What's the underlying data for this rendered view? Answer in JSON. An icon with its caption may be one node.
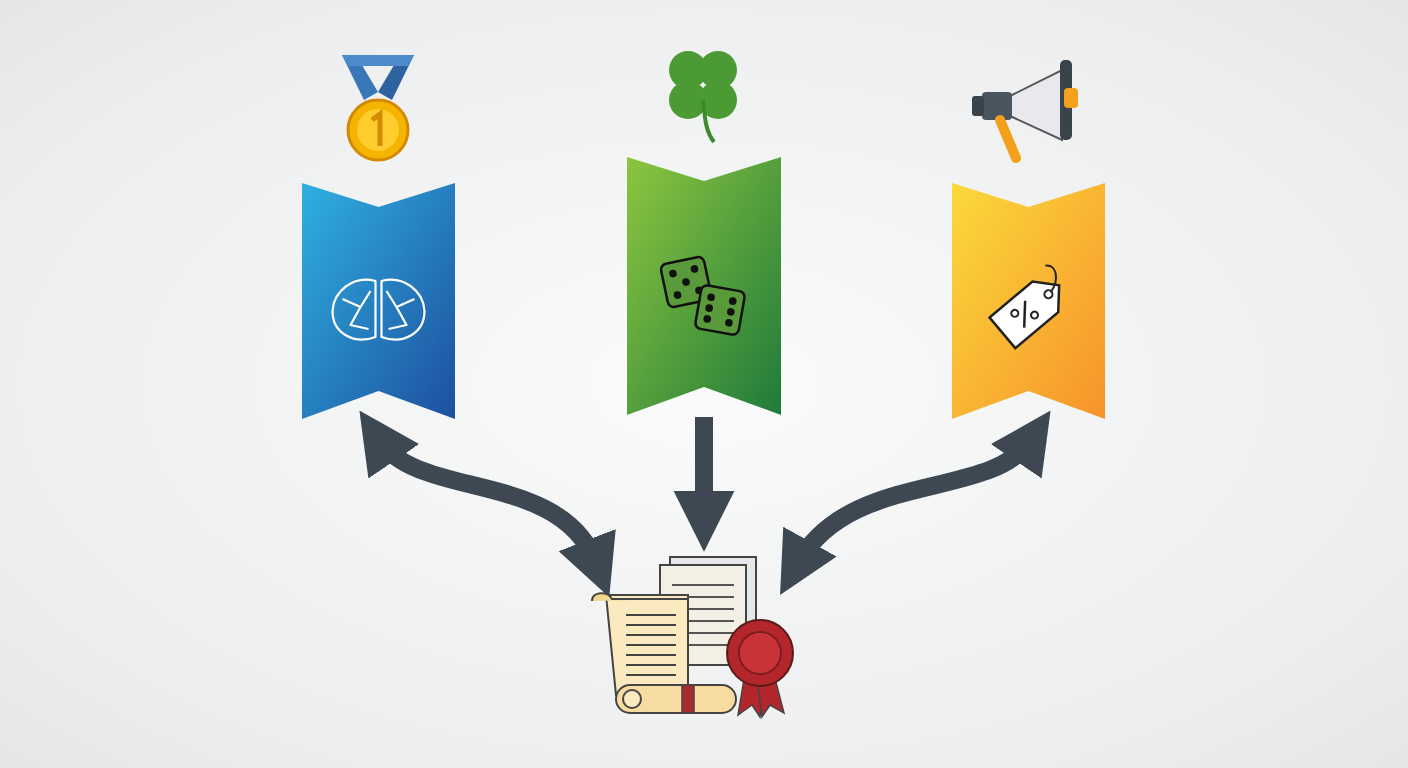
{
  "diagram": {
    "nodes": [
      {
        "text": [],
        "shape": "banner"
      },
      {
        "text": [],
        "shape": "banner"
      },
      {
        "text": [],
        "shape": "banner"
      },
      {
        "text": [],
        "shape": "picture"
      }
    ],
    "edges": [
      {
        "from": 0,
        "to": 3,
        "arrow": "both"
      },
      {
        "from": 1,
        "to": 3,
        "arrow": "to"
      },
      {
        "from": 2,
        "to": 3,
        "arrow": "both"
      }
    ]
  }
}
